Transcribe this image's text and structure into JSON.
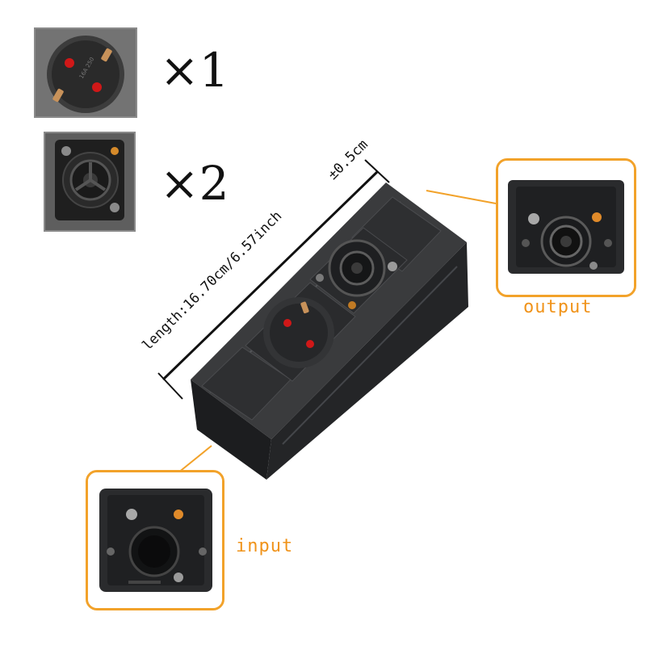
{
  "socket_schuko": {
    "quantity_label": "×1"
  },
  "socket_speakon": {
    "quantity_label": "×2"
  },
  "dimension": {
    "length_label": "length:16.70cm/6.57inch",
    "tolerance_label": "±0.5cm"
  },
  "callouts": {
    "output_label": "output",
    "input_label": "input"
  },
  "colors": {
    "callout_border": "#f2a22a",
    "callout_text": "#f0931a",
    "housing": "#2e2f31",
    "socket_red": "#d01818"
  }
}
